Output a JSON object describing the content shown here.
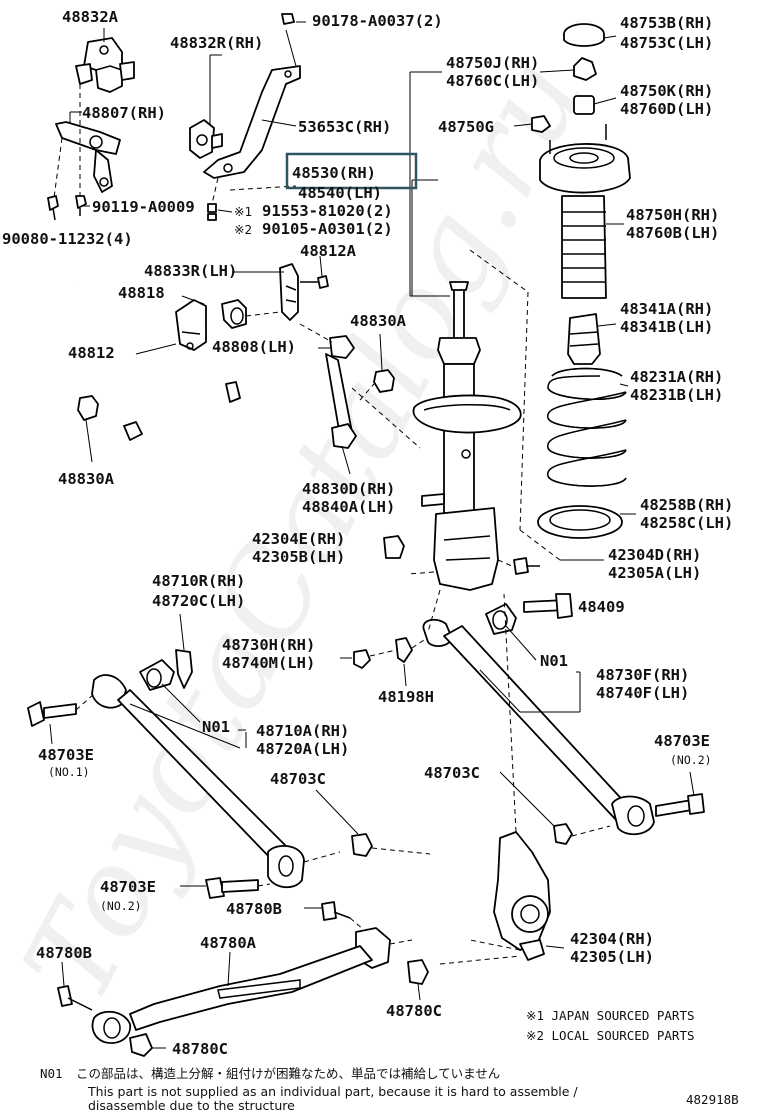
{
  "watermark": "ToyotaCatalog.ru",
  "labels": {
    "l48832A": "48832A",
    "l48832R": "48832R(RH)",
    "l90178": "90178-A0037(2)",
    "l48807": "48807(RH)",
    "l53653C": "53653C(RH)",
    "l48530": "48530(RH)",
    "l48540": "48540(LH)",
    "l90119": "90119-A0009",
    "l91553": "91553-81020(2)",
    "l90105": "90105-A0301(2)",
    "l90080": "90080-11232(4)",
    "l48812A": "48812A",
    "l48833R": "48833R(LH)",
    "l48818": "48818",
    "l48830A_top": "48830A",
    "l48812": "48812",
    "l48808": "48808(LH)",
    "l48830A_left": "48830A",
    "l48830D": "48830D(RH)",
    "l48840A": "48840A(LH)",
    "l48750J": "48750J(RH)",
    "l48760C": "48760C(LH)",
    "l48750G": "48750G",
    "l48753B": "48753B(RH)",
    "l48753C": "48753C(LH)",
    "l48750K": "48750K(RH)",
    "l48760D": "48760D(LH)",
    "l48750H": "48750H(RH)",
    "l48760B": "48760B(LH)",
    "l48341A": "48341A(RH)",
    "l48341B": "48341B(LH)",
    "l48231A": "48231A(RH)",
    "l48231B": "48231B(LH)",
    "l48258B": "48258B(RH)",
    "l48258C": "48258C(LH)",
    "l42304E": "42304E(RH)",
    "l42305B": "42305B(LH)",
    "l42304D": "42304D(RH)",
    "l42305A": "42305A(LH)",
    "l48409": "48409",
    "l48710R": "48710R(RH)",
    "l48720C": "48720C(LH)",
    "l48730H": "48730H(RH)",
    "l48740M": "48740M(LH)",
    "l48198H": "48198H",
    "lN01_right": "N01",
    "l48730F": "48730F(RH)",
    "l48740F": "48740F(LH)",
    "l48703E_left": "48703E",
    "lNO1": "(NO.1)",
    "lN01_left": "N01",
    "l48710A": "48710A(RH)",
    "l48720A": "48720A(LH)",
    "l48703E_right": "48703E",
    "lNO2_right": "(NO.2)",
    "l48703C_mid": "48703C",
    "l48703C_right": "48703C",
    "l48703E_bot": "48703E",
    "lNO2_bot": "(NO.2)",
    "l48780B_mid": "48780B",
    "l48780B_left": "48780B",
    "l48780A": "48780A",
    "l42304": "42304(RH)",
    "l42305": "42305(LH)",
    "l48780C_right": "48780C",
    "l48780C_bot": "48780C"
  },
  "footnotes": {
    "note1": "※1 JAPAN SOURCED PARTS",
    "note2": "※2 LOCAL SOURCED PARTS",
    "n01_code": "N01",
    "n01_jp": "この部品は、構造上分解・組付けが困難なため、単品では補給していません",
    "n01_en1": "This part is not supplied as an individual part, because it is hard to assemble /",
    "n01_en2": "disassemble due to the structure",
    "figure_no": "482918B"
  },
  "mark1": "※1",
  "mark2": "※2",
  "highlight_part": "48530(RH)",
  "colors": {
    "highlight_box": "#2f5560",
    "line": "#000000"
  }
}
